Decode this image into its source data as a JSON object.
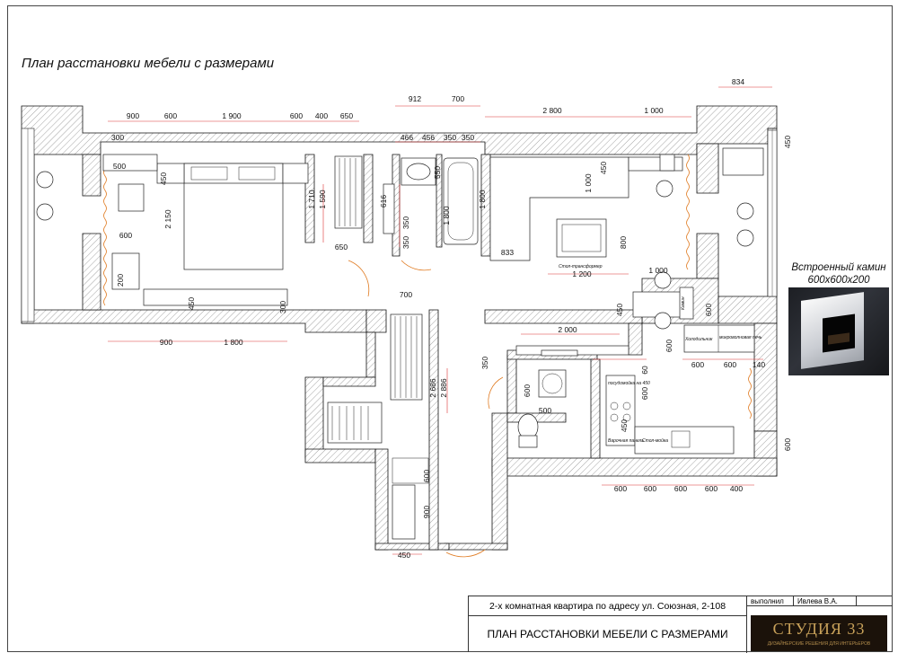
{
  "plan_title": "План расстановки мебели с размерами",
  "fireplace": {
    "caption": "Встроенный камин 600х600х200"
  },
  "title_block": {
    "address": "2-х комнатная квартира по адресу ул. Союзная, 2-108",
    "plan_name": "ПЛАН РАССТАНОВКИ МЕБЕЛИ С РАЗМЕРАМИ",
    "executor_label": "выполнил",
    "executor_name": "Ивлева В.А.",
    "logo_main": "СТУДИЯ 33",
    "logo_sub": "ДИЗАЙНЕРСКИЕ РЕШЕНИЯ ДЛЯ ИНТЕРЬЕРОВ"
  },
  "furniture_labels": {
    "tv_stand": "Стол-трансформер",
    "fridge": "Холодильник",
    "microwave": "микроволновая печь",
    "washer": "посудомойка на 450",
    "hob": "Варочная панель",
    "sink": "Стол-мойка",
    "fire": "Камин"
  },
  "dimensions": [
    "900",
    "600",
    "1 900",
    "600",
    "400",
    "650",
    "300",
    "912",
    "700",
    "466",
    "456",
    "350",
    "350",
    "2 800",
    "1 000",
    "834",
    "450",
    "500",
    "450",
    "2 150",
    "1 710",
    "1 590",
    "616",
    "350",
    "350",
    "550",
    "1 800",
    "1 800",
    "1 000",
    "450",
    "833",
    "800",
    "600",
    "200",
    "650",
    "450",
    "300",
    "1 200",
    "1 000",
    "450",
    "600",
    "600",
    "900",
    "1 800",
    "700",
    "2 686",
    "2 886",
    "2 000",
    "350",
    "600",
    "500",
    "450",
    "600",
    "60",
    "600",
    "600",
    "140",
    "600",
    "600",
    "900",
    "450",
    "600",
    "600",
    "600",
    "600",
    "400"
  ]
}
